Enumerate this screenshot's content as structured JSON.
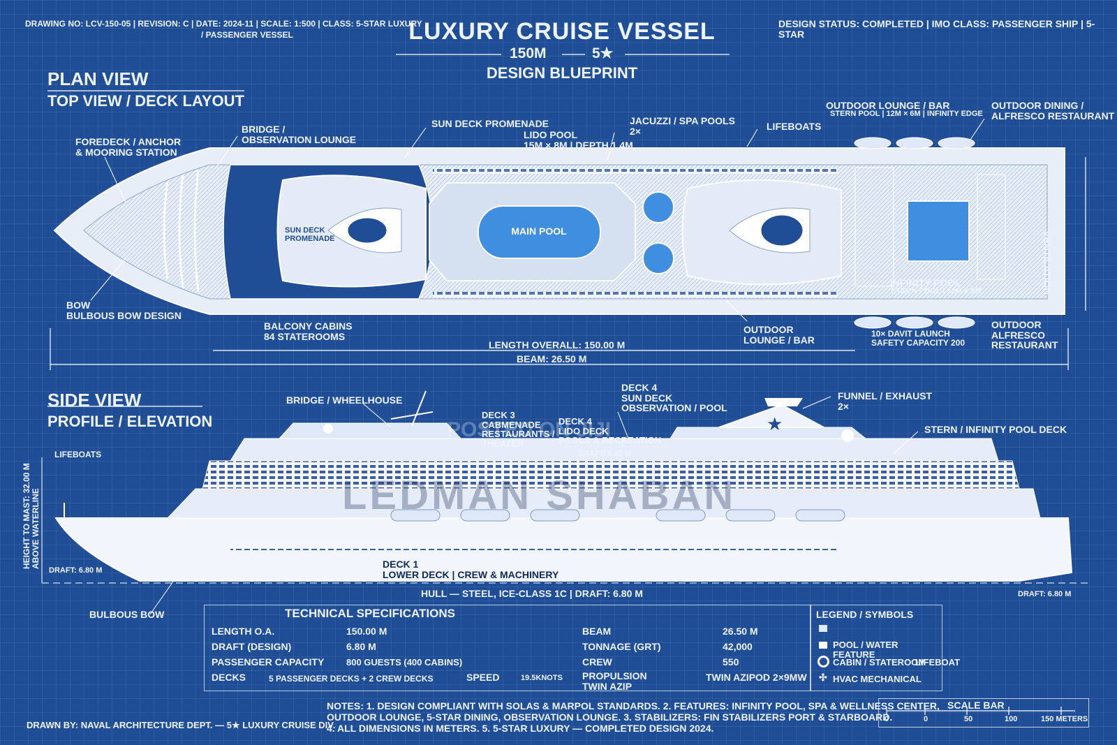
{
  "header": {
    "drawing_info": "DRAWING NO: LCV-150-05 | REVISION: C | DATE: 2024-11 | SCALE: 1:500 | CLASS: 5-STAR LUXURY",
    "drawing_info2": "/ PASSENGER VESSEL",
    "status": "DESIGN STATUS: COMPLETED | IMO CLASS: PASSENGER SHIP | 5-STAR",
    "title": "LUXURY CRUISE VESSEL",
    "subtitle_length": "150M",
    "subtitle_rating": "5★",
    "subtitle2": "DESIGN BLUEPRINT"
  },
  "plan": {
    "heading": "PLAN VIEW",
    "subheading": "TOP VIEW / DECK LAYOUT",
    "labels": {
      "foredeck": "FOREDECK / ANCHOR\n& MOORING STATION",
      "bridge": "BRIDGE /\nOBSERVATION LOUNGE",
      "sun_deck": "SUN DECK PROMENADE",
      "lido": "LIDO POOL\n15M × 8M | DEPTH 1.4M",
      "jacuzzi": "JACUZZI / SPA POOLS\n2×",
      "lifeboats": "LIFEBOATS",
      "outdoor_lounge_top": "OUTDOOR LOUNGE / BAR",
      "outdoor_lounge_top_sub": "STERN POOL | 12M × 6M | INFINITY EDGE",
      "outdoor_dining": "OUTDOOR DINING /\nALFRESCO RESTAURANT",
      "ventilation": "VENTILATION",
      "main_pool": "MAIN POOL",
      "sun_deck_inner": "SUN DECK\nPROMENADE",
      "infinity_pool": "INFINITY POOL",
      "infinity_pool_sub": "STERN POOL | 12M × 6M",
      "bow": "BOW\nBULBOUS BOW DESIGN",
      "balcony": "BALCONY CABINS\n84 STATEROOMS",
      "outdoor_lounge_bottom": "OUTDOOR\nLOUNGE / BAR",
      "davit": "10× DAVIT LAUNCH\nSAFETY CAPACITY 200",
      "alfresco": "OUTDOOR\nALFRESCO\nRESTAURANT",
      "length_overall": "LENGTH OVERALL: 150.00 M",
      "beam": "BEAM: 26.50 M"
    }
  },
  "side": {
    "heading": "SIDE VIEW",
    "subheading": "PROFILE / ELEVATION",
    "labels": {
      "bridge": "BRIDGE / WHEELHOUSE",
      "deck3": "DECK 3\nCABMENADE\nRESTAURANTS /\nTHEATER",
      "deck4_lido": "DECK 4\nLIDO DECK\nPOOLS & RECREATION",
      "deck4_sun": "DECK 4\nSUN DECK\nOBSERVATION / POOL",
      "funnel": "FUNNEL / EXHAUST\n2×",
      "stern_pool": "STERN / INFINITY POOL DECK",
      "lifeboats": "LIFEBOATS",
      "height": "HEIGHT TO MAST: 32.00 M\nABOVE WATERLINE",
      "draft_left": "DRAFT: 6.80 M",
      "draft_mid": "DRAFT: 6.80 M",
      "draft_right": "DRAFT: 6.80 M",
      "deck1": "DECK 1\nLOWER DECK | CREW & MACHINERY",
      "hull": "HULL — STEEL, ICE-CLASS 1C | DRAFT: 6.80 M",
      "bulbous_bow": "BULBOUS BOW",
      "watermark_small": "POSTED ON JIJI",
      "watermark_big": "LEDMAN SHABAN"
    }
  },
  "specs": {
    "title": "TECHNICAL SPECIFICATIONS",
    "rows": [
      {
        "label": "LENGTH O.A.",
        "value": "150.00 M",
        "label2": "BEAM",
        "value2": "26.50 M"
      },
      {
        "label": "DRAFT (DESIGN)",
        "value": "6.80 M",
        "label2": "TONNAGE (GRT)",
        "value2": "42,000"
      },
      {
        "label": "PASSENGER CAPACITY",
        "value": "800 GUESTS (400 CABINS)",
        "label2": "CREW",
        "value2": "550"
      },
      {
        "label": "DECKS",
        "value": "5 PASSENGER DECKS + 2 CREW DECKS",
        "label2": "PROPULSION\nTWIN AZIP",
        "value2": "TWIN AZIPOD 2×9MW"
      }
    ],
    "speed_label": "SPEED",
    "speed_value": "19.5KNOTS"
  },
  "legend": {
    "title": "LEGEND / SYMBOLS",
    "items": [
      {
        "label": "POOL / WATER FEATURE"
      },
      {
        "label": "CABIN / STATEROOM"
      },
      {
        "label": "HVAC MECHANICAL"
      }
    ],
    "lifeboat": "LIFEBOAT"
  },
  "notes": "NOTES: 1. DESIGN COMPLIANT WITH SOLAS & MARPOL STANDARDS. 2. FEATURES: INFINITY POOL, SPA & WELLNESS CENTER,\nOUTDOOR LOUNGE, 5-STAR DINING, OBSERVATION LOUNGE. 3. STABILIZERS: FIN STABILIZERS PORT & STARBOARD.\n4. ALL DIMENSIONS IN METERS. 5. 5-STAR LUXURY — COMPLETED DESIGN 2024.",
  "footer": "DRAWN BY: NAVAL ARCHITECTURE DEPT. — 5★ LUXURY CRUISE DIV.",
  "scale_bar": {
    "title": "SCALE BAR",
    "ticks": [
      "0",
      "0",
      "50",
      "100",
      "150 METERS"
    ]
  },
  "colors": {
    "background": "#1f4e97",
    "line": "#ffffff",
    "pool": "#3f8ee0",
    "deck": "#c9d6ea"
  }
}
